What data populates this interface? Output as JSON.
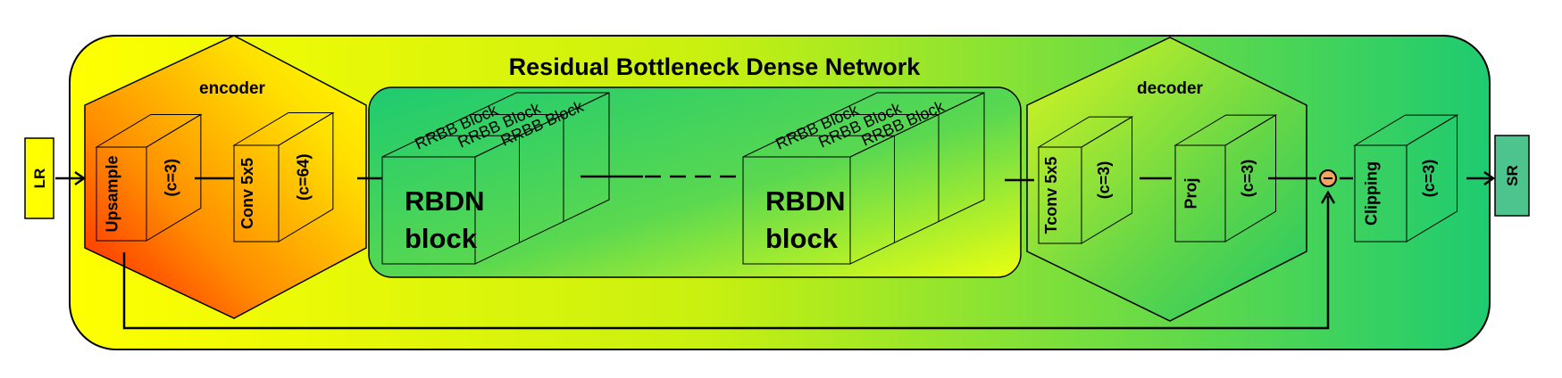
{
  "title": "Residual Bottleneck Dense Network",
  "input": {
    "label": "LR",
    "color": "#FFFF00"
  },
  "output": {
    "label": "SR",
    "color": "#4DC48E"
  },
  "encoder": {
    "label": "encoder",
    "layers": [
      {
        "name": "Upsample",
        "channels": "(c=3)"
      },
      {
        "name": "Conv 5x5",
        "channels": "(c=64)"
      }
    ]
  },
  "rbdn": {
    "blocks": [
      {
        "label_line1": "RBDN",
        "label_line2": "block",
        "sub_blocks": [
          "RRBB Block",
          "RRBB Block",
          "RRBB Block"
        ]
      },
      {
        "label_line1": "RBDN",
        "label_line2": "block",
        "sub_blocks": [
          "RRBB Block",
          "RRBB Block",
          "RRBB Block"
        ]
      }
    ]
  },
  "decoder": {
    "label": "decoder",
    "layers": [
      {
        "name": "Tconv 5x5",
        "channels": "(c=3)"
      },
      {
        "name": "Proj",
        "channels": "(c=3)"
      }
    ]
  },
  "residual_op": {
    "symbol": "−",
    "color": "#F4A460"
  },
  "clipping": {
    "name": "Clipping",
    "channels": "(c=3)"
  },
  "colors": {
    "outer_gradient": [
      "#FFFF00",
      "#1ECB70"
    ],
    "encoder_gradient": [
      "#FF2A00",
      "#FF9900",
      "#FFFF00"
    ],
    "inner_gradient": [
      "#1ECB70",
      "#E0FF10"
    ],
    "decoder_gradient": [
      "#D4F520",
      "#28C868"
    ]
  }
}
